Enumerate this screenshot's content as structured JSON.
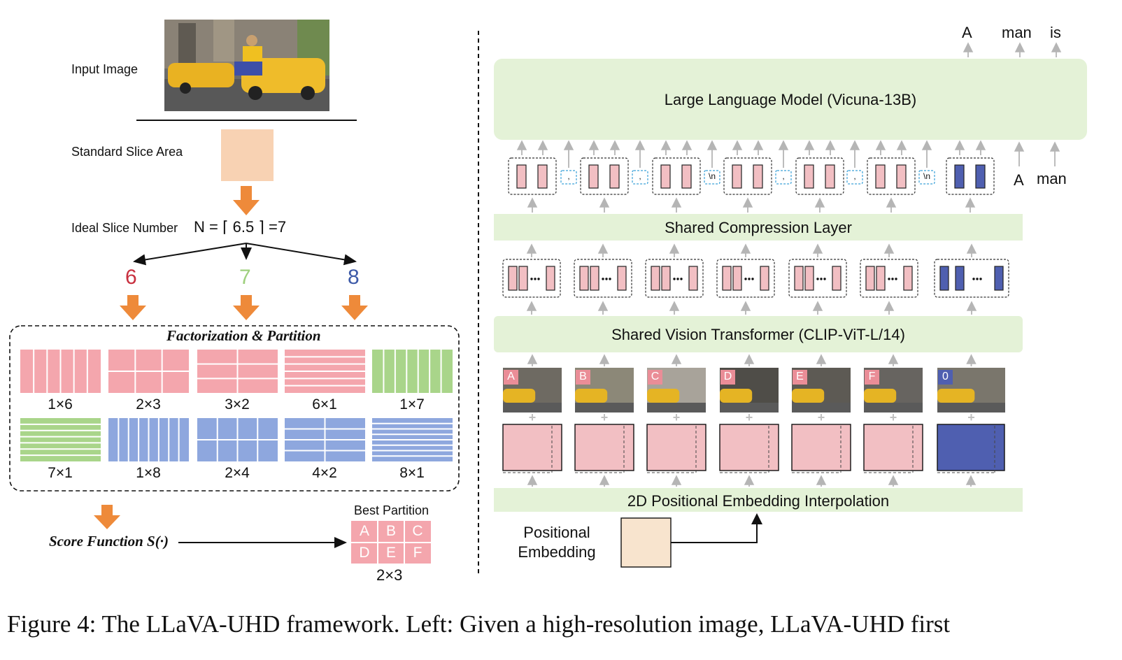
{
  "left": {
    "input_image_label": "Input Image",
    "standard_slice_label": "Standard Slice Area",
    "ideal_slice_label": "Ideal Slice Number",
    "ideal_slice_formula": "N = ⌈ 6.5 ⌉ =7",
    "candidates": [
      {
        "value": "6",
        "color": "#c8303f"
      },
      {
        "value": "7",
        "color": "#9fd07e"
      },
      {
        "value": "8",
        "color": "#3d5aa8"
      }
    ],
    "factorization_title": "Factorization & Partition",
    "partitions_row1": [
      "1×6",
      "2×3",
      "3×2",
      "6×1",
      "1×7"
    ],
    "partitions_row2": [
      "7×1",
      "1×8",
      "2×4",
      "4×2",
      "8×1"
    ],
    "score_function_label": "Score Function S(·)",
    "best_partition_label": "Best Partition",
    "best_partition_cells": [
      "A",
      "B",
      "C",
      "D",
      "E",
      "F"
    ],
    "best_partition_dims": "2×3"
  },
  "right": {
    "output_tokens": [
      "A",
      "man",
      "is"
    ],
    "llm_label": "Large Language Model (Vicuna-13B)",
    "input_tokens": [
      "A",
      "man"
    ],
    "separators": [
      ",",
      ",",
      "\\n",
      ",",
      ",",
      "\\n"
    ],
    "compression_label": "Shared Compression Layer",
    "vit_label": "Shared Vision Transformer (CLIP-ViT-L/14)",
    "slice_tags": [
      "A",
      "B",
      "C",
      "D",
      "E",
      "F",
      "0"
    ],
    "pos_embed_interp_label": "2D Positional Embedding Interpolation",
    "pos_embed_label_line1": "Positional",
    "pos_embed_label_line2": "Embedding"
  },
  "colors": {
    "pink": "#f4a6ad",
    "pink_light": "#f2bfc3",
    "green": "#a9d58a",
    "blue": "#8ea7de",
    "navy": "#4f5fb0",
    "peach": "#f8d2b3",
    "orange": "#ee8a3a",
    "band_green": "#e4f2d7"
  },
  "caption": "Figure 4: The LLaVA-UHD framework. Left: Given a high-resolution image, LLaVA-UHD first"
}
